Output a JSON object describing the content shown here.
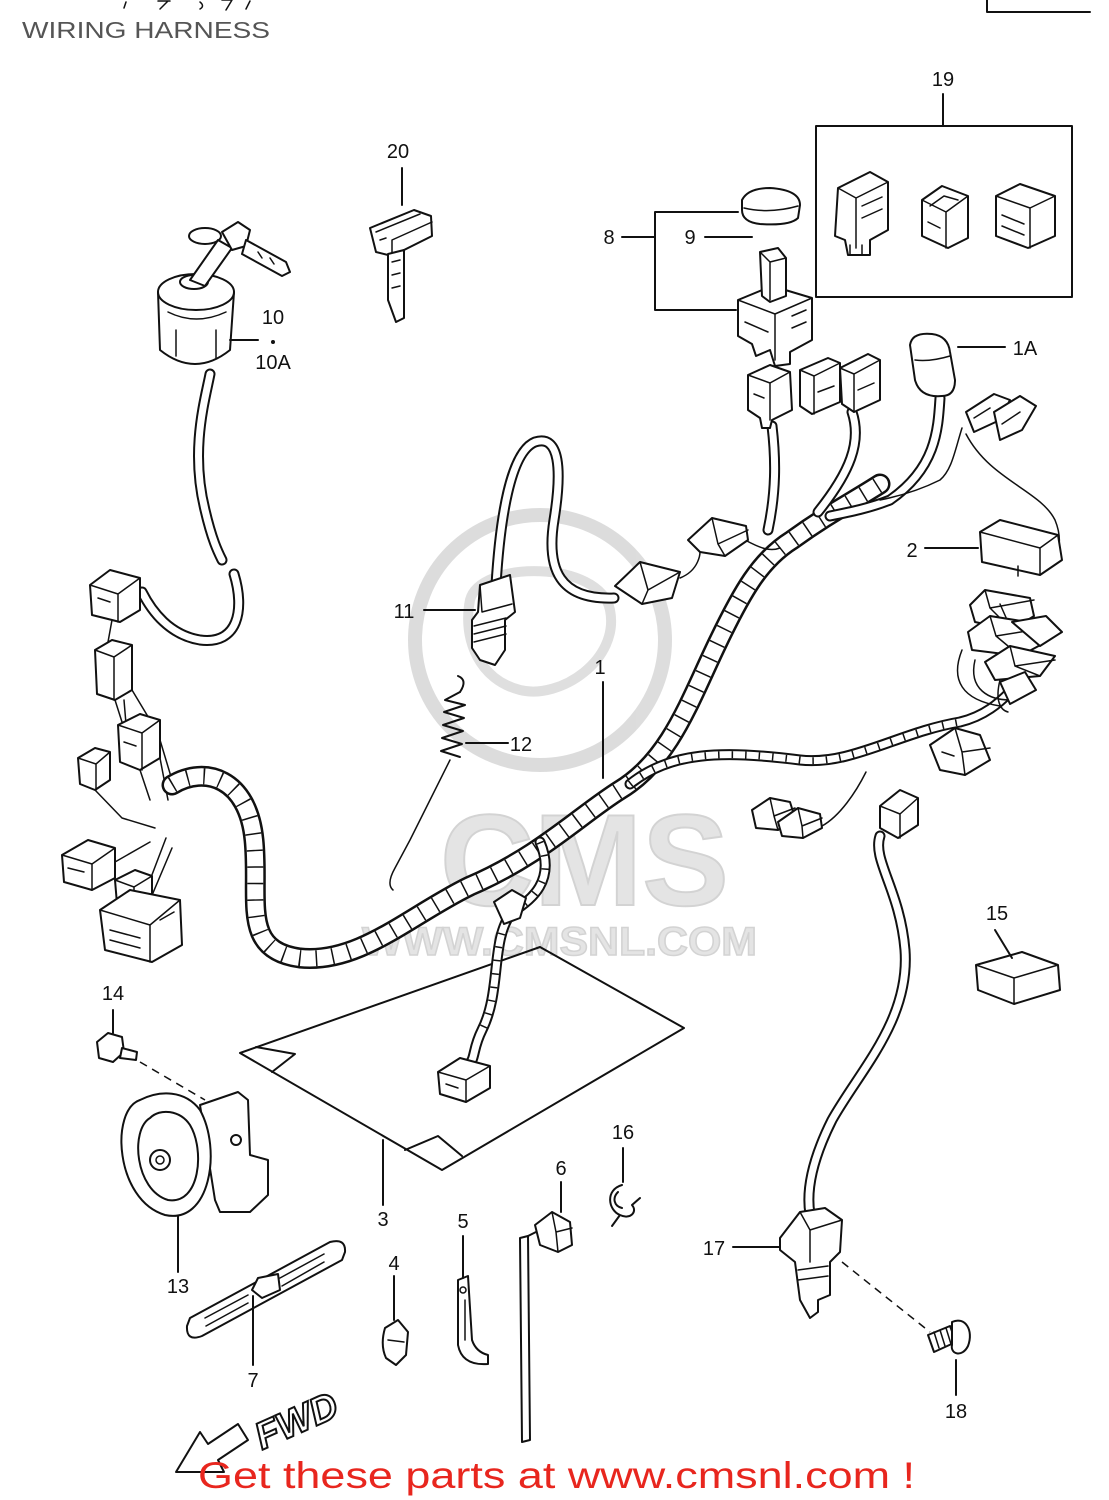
{
  "title": "WIRING HARNESS",
  "callouts": {
    "p1": "1",
    "p1a": "1A",
    "p2": "2",
    "p3": "3",
    "p4": "4",
    "p5": "5",
    "p6": "6",
    "p7": "7",
    "p8": "8",
    "p9": "9",
    "p10": "10",
    "p10a": "10A",
    "p11": "11",
    "p12": "12",
    "p13": "13",
    "p14": "14",
    "p15": "15",
    "p16": "16",
    "p17": "17",
    "p18": "18",
    "p19": "19",
    "p20": "20"
  },
  "direction_label": "FWD",
  "footer": {
    "text": "Get these parts at www.cmsnl.com !",
    "color": "#e8261e"
  },
  "watermark": {
    "logo_text": "CMS",
    "url_text": "WWW.CMSNL.COM"
  },
  "colors": {
    "line": "#111111",
    "title": "#555555",
    "watermark": "#e2e2e2"
  }
}
